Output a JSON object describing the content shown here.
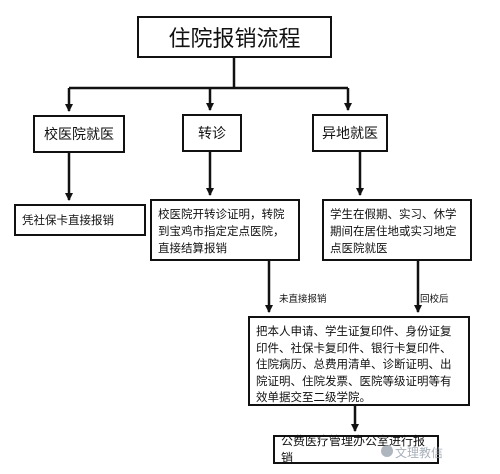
{
  "diagram": {
    "title": "住院报销流程",
    "categories": {
      "campus": "校医院就医",
      "transfer": "转诊",
      "remote": "异地就医"
    },
    "steps": {
      "campus_card": "凭社保卡直接报销",
      "transfer_cert": "校医院开转诊证明，转院到宝鸡市指定定点医院，直接结算报销",
      "remote_holiday": "学生在假期、实习、休学期间在居住地或实习地定点医院就医",
      "documents": "把本人申请、学生证复印件、身份证复印件、社保卡复印件、银行卡复印件、住院病历、总费用清单、诊断证明、出院证明、住院发票、医院等级证明等有效单据交至二级学院。",
      "office": "公费医疗管理办公室进行报销"
    },
    "edge_labels": {
      "not_direct": "未直接报销",
      "after_return": "回校后"
    }
  },
  "watermark": "文理教信"
}
